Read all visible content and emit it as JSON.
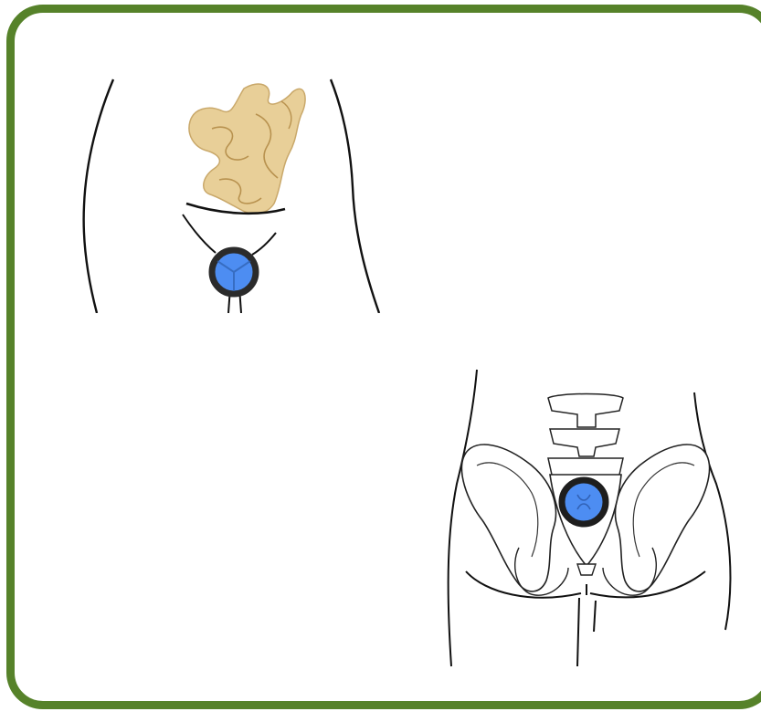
{
  "figure": {
    "frame_color": "#56822a",
    "background": "#ffffff",
    "outline_color": "#111111",
    "intestine_color": "#e8cf98",
    "intestine_outline": "#b8924f",
    "marker_fill": "#4d8df2",
    "marker_ring": "#2b2b2b",
    "panels": [
      {
        "id": "front-view",
        "depicts": "lower-abdomen-front-with-intestine",
        "marker": "perineum-marker"
      },
      {
        "id": "back-view",
        "depicts": "pelvis-back-view-with-sacrum",
        "marker": "sacrum-marker"
      }
    ]
  }
}
